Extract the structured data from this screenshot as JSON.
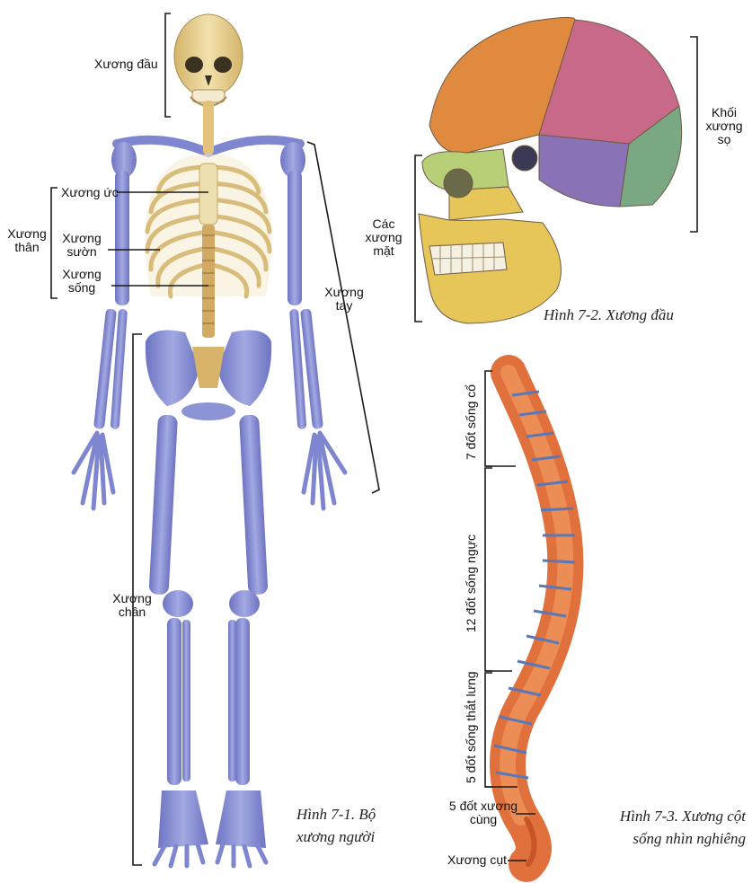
{
  "figure1": {
    "labels": {
      "head": "Xương đầu",
      "trunk": "Xương thân",
      "sternum": "Xương ức",
      "ribs": "Xương sườn",
      "spine": "Xương sống",
      "arm": "Xương tay",
      "leg": "Xương chân"
    },
    "caption_line1": "Hình 7-1. Bộ",
    "caption_line2": "xương người"
  },
  "figure2": {
    "labels": {
      "cranium": "Khối xương sọ",
      "face": "Các xương mặt"
    },
    "caption": "Hình 7-2. Xương đầu"
  },
  "figure3": {
    "labels": {
      "cervical": "7 đốt sống cổ",
      "thoracic": "12 đốt sống ngực",
      "lumbar": "5 đốt sống thắt lưng",
      "sacrum": "5 đốt xương cùng",
      "coccyx": "Xương cụt"
    },
    "caption_line1": "Hình 7-3. Xương cột",
    "caption_line2": "sống nhìn nghiêng"
  },
  "colors": {
    "skeleton_blue": "#7e86cf",
    "axial_cream": "#e7cf8f",
    "spine_orange": "#e0703c",
    "skull_orange": "#e28a3e",
    "skull_pink": "#c9698a",
    "skull_purple": "#8a72b6",
    "skull_green": "#79a882",
    "skull_yellow": "#e6c659"
  }
}
